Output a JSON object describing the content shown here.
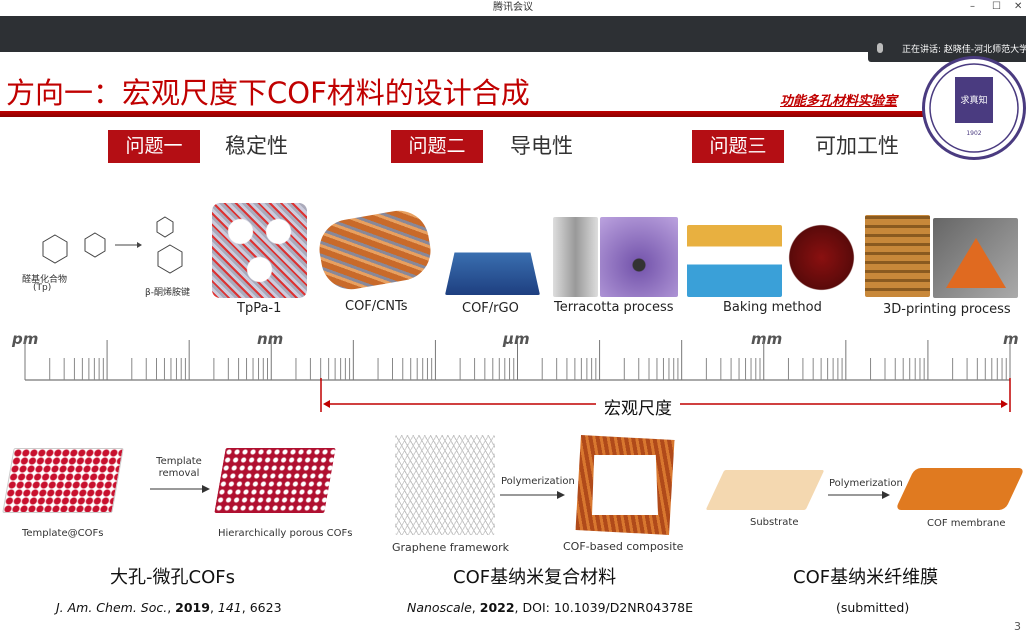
{
  "window": {
    "title": "腾讯会议",
    "minimize": "–",
    "maximize": "☐",
    "close": "✕"
  },
  "speaker": {
    "text": "正在讲话: 赵晓佳-河北师范大学"
  },
  "slide": {
    "title": "方向一：宏观尺度下COF材料的设计合成",
    "lab_name": "功能多孔材料实验室",
    "logo_text": "HEBEI NORMAL UNIVERSITY 怀天下 求真知 1902",
    "problems": [
      {
        "badge": "问题一",
        "topic": "稳定性"
      },
      {
        "badge": "问题二",
        "topic": "导电性"
      },
      {
        "badge": "问题三",
        "topic": "可加工性"
      }
    ],
    "top_images": {
      "chem_left": "醛基化合物",
      "chem_left_sub": "(Tp)",
      "chem_right": "β-酮烯胺键",
      "labels": [
        "TpPa-1",
        "COF/CNTs",
        "COF/rGO",
        "Terracotta process",
        "Baking method",
        "3D-printing process"
      ]
    },
    "scale": {
      "units": [
        "pm",
        "nm",
        "μm",
        "mm",
        "m"
      ],
      "range_label": "宏观尺度"
    },
    "bottom": [
      {
        "img_labels": [
          "Template removal",
          "Template@COFs",
          "Hierarchically porous COFs"
        ],
        "caption": "大孔-微孔COFs",
        "ref_journal": "J. Am. Chem. Soc.",
        "ref_year": "2019",
        "ref_vol": "141",
        "ref_page": "6623"
      },
      {
        "img_labels": [
          "Polymerization",
          "Graphene framework",
          "COF-based composite"
        ],
        "caption": "COF基纳米复合材料",
        "ref_journal": "Nanoscale",
        "ref_year": "2022",
        "ref_rest": ", DOI: 10.1039/D2NR04378E"
      },
      {
        "img_labels": [
          "Polymerization",
          "Substrate",
          "COF membrane"
        ],
        "caption": "COF基纳米纤维膜",
        "ref_text": "(submitted)"
      }
    ],
    "page_number": "3"
  }
}
